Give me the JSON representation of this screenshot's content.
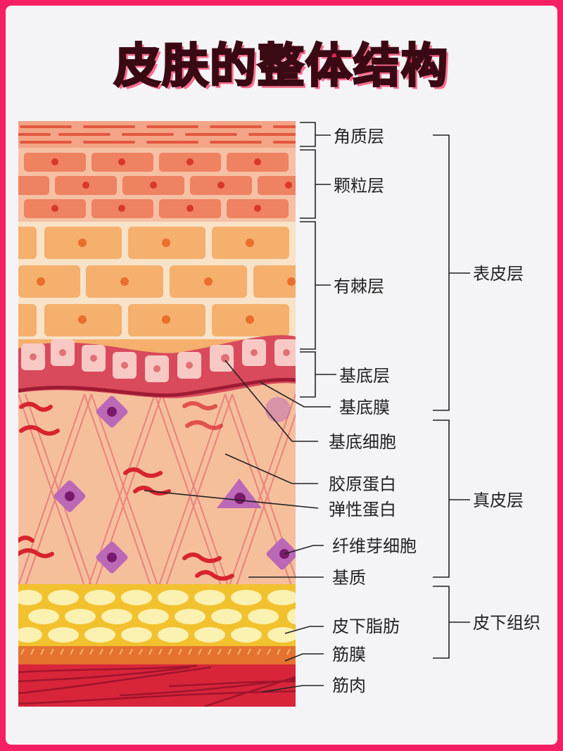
{
  "title": "皮肤的整体结构",
  "colors": {
    "frame": "#f61f63",
    "card": "#f4f3f6",
    "title": "#f3245e",
    "stratum_corneum": "#f08a70",
    "stratum_granulosum": "#ef8565",
    "stratum_spinosum": "#f4b06c",
    "stratum_basale": "#d94a5c",
    "dermis": "#f6bf9c",
    "fibroblast": "#b25ab0",
    "fat": "#f2c12e",
    "fat_cell": "#fbf1b0",
    "fascia": "#e57230",
    "muscle": "#d8253a"
  },
  "labels": {
    "stratum_corneum": "角质层",
    "stratum_granulosum": "颗粒层",
    "stratum_spinosum": "有棘层",
    "stratum_basale": "基底层",
    "basement_membrane": "基底膜",
    "basal_cell": "基底细胞",
    "collagen": "胶原蛋白",
    "elastin": "弹性蛋白",
    "fibroblast": "纤维芽细胞",
    "matrix": "基质",
    "subcutaneous_fat": "皮下脂肪",
    "fascia": "筋膜",
    "muscle": "筋肉"
  },
  "groups": {
    "epidermis": "表皮层",
    "dermis": "真皮层",
    "subcutaneous": "皮下组织"
  }
}
